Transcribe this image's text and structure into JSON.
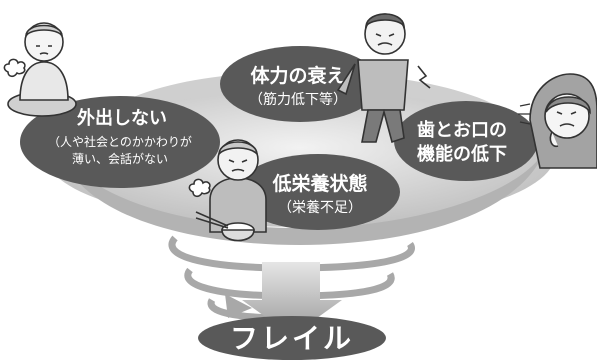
{
  "nodes": {
    "strength": {
      "title": "体力の衰え",
      "sub": "（筋力低下等）"
    },
    "mouth": {
      "line1": "歯とお口の",
      "line2": "機能の低下"
    },
    "social": {
      "title": "外出しない",
      "sub1": "（人や社会とのかかわりが",
      "sub2": "薄い、会話がない"
    },
    "nutrition": {
      "title": "低栄養状態",
      "sub": "（栄養不足）"
    }
  },
  "result": {
    "label": "フレイル"
  },
  "colors": {
    "node": "#595959",
    "swirl_dark": "#9d9d9d",
    "swirl_light": "#d9d9d9",
    "arrow": "#a6a6a6"
  },
  "icons": [
    "tired-elderly-woman-icon",
    "staggering-elderly-man-icon",
    "troubled-elderly-woman-icon",
    "elderly-man-eating-icon"
  ]
}
